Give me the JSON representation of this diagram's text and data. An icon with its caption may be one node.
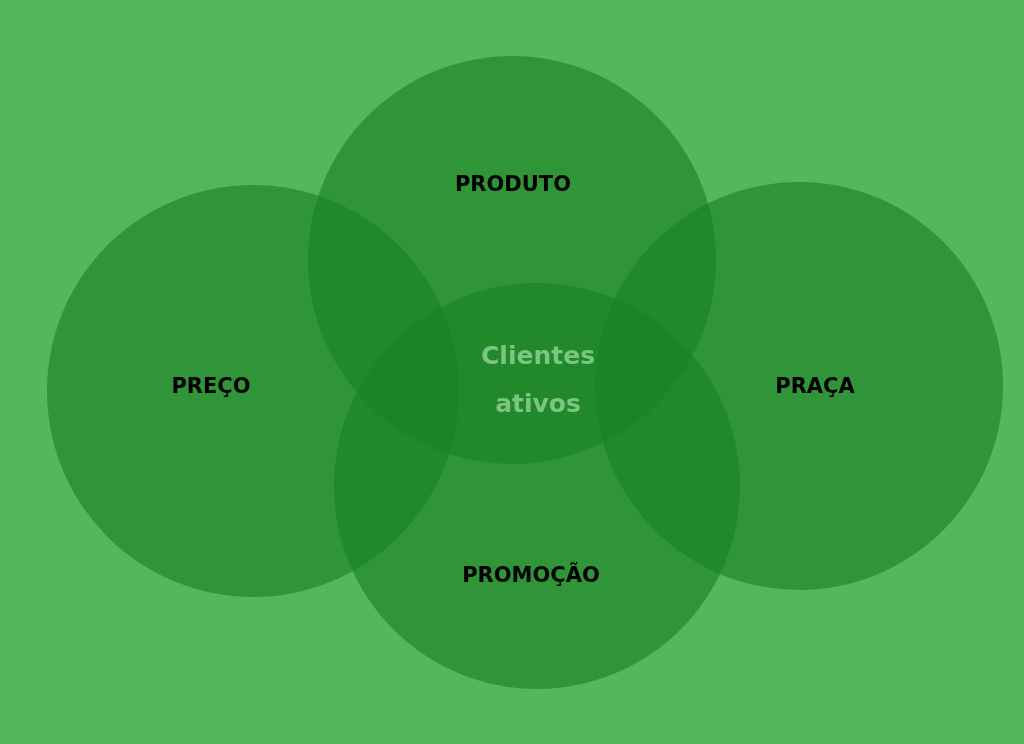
{
  "diagram": {
    "nodes": [
      {
        "text": [
          "PRODUTO"
        ]
      },
      {
        "text": [
          "PREÇO"
        ]
      },
      {
        "text": [
          "PRAÇA"
        ]
      },
      {
        "text": [
          "PROMOÇÃO"
        ]
      }
    ],
    "labels": [
      "Clientes ativos"
    ]
  }
}
